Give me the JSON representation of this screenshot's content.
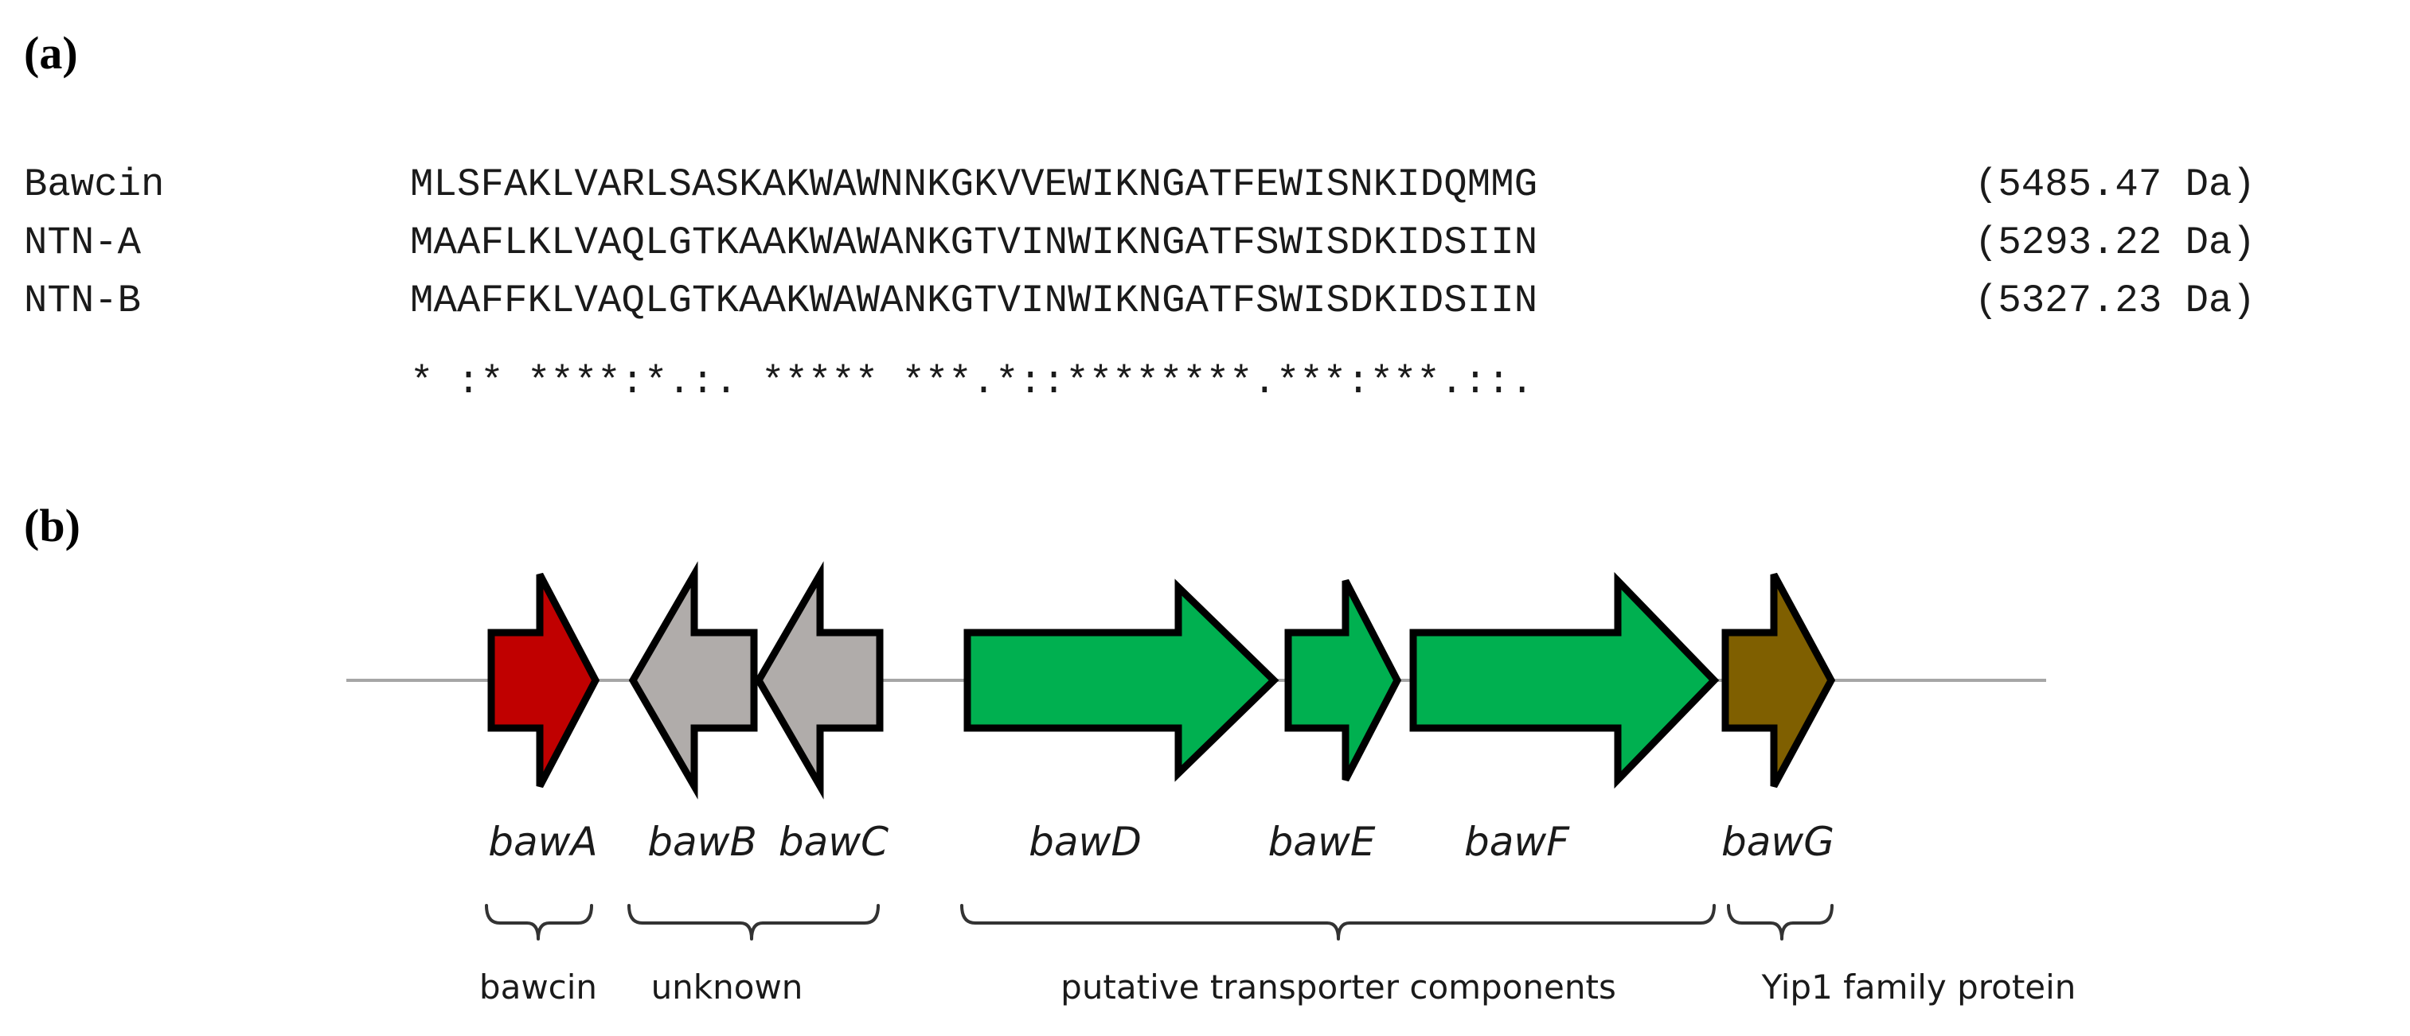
{
  "panel_a": {
    "label": "(a)",
    "rows": [
      {
        "name": "Bawcin",
        "sequence": "MLSFAKLVARLSASKAKWAWNNKGKVVEWIKNGATFEWISNKIDQMMG",
        "mass": "(5485.47 Da)"
      },
      {
        "name": "NTN-A",
        "sequence": "MAAFLKLVAQLGTKAAKWAWANKGTVINWIKNGATFSWISDKIDSIIN",
        "mass": "(5293.22 Da)"
      },
      {
        "name": "NTN-B",
        "sequence": "MAAFFKLVAQLGTKAAKWAWANKGTVINWIKNGATFSWISDKIDSIIN",
        "mass": "(5327.23 Da)"
      }
    ],
    "consensus": "* :* ****:*.:. ***** ***.*::********.***:***.::."
  },
  "panel_b": {
    "label": "(b)",
    "genes": [
      {
        "name": "bawA",
        "direction": "right",
        "color": "#c00000"
      },
      {
        "name": "bawB",
        "direction": "left",
        "color": "#b0acaa"
      },
      {
        "name": "bawC",
        "direction": "left",
        "color": "#b0acaa"
      },
      {
        "name": "bawD",
        "direction": "right",
        "color": "#00b050"
      },
      {
        "name": "bawE",
        "direction": "right",
        "color": "#00b050"
      },
      {
        "name": "bawF",
        "direction": "right",
        "color": "#00b050"
      },
      {
        "name": "bawG",
        "direction": "right",
        "color": "#7f5f00"
      }
    ],
    "groups": [
      {
        "label": "bawcin"
      },
      {
        "label": "unknown"
      },
      {
        "label": "putative transporter components"
      },
      {
        "label": "Yip1 family protein"
      }
    ]
  }
}
